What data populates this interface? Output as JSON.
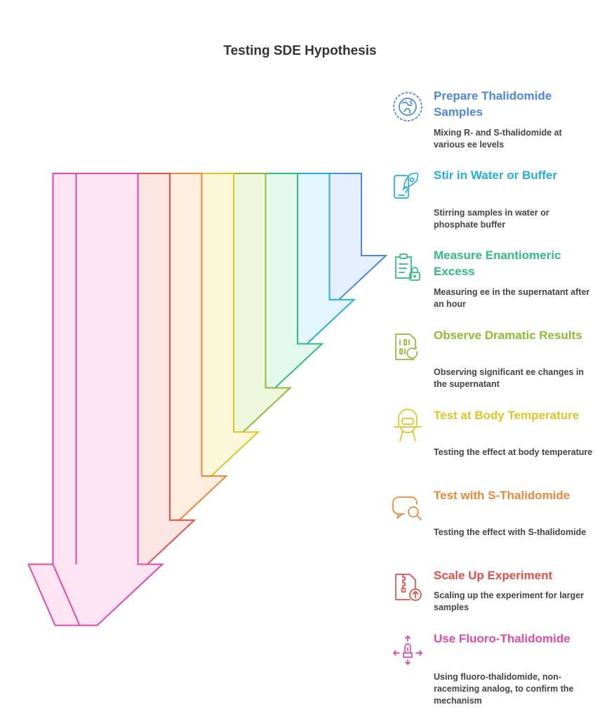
{
  "title": "Testing SDE Hypothesis",
  "steps": [
    {
      "heading": "Prepare Thalidomide Samples",
      "description": "Mixing R- and S-thalidomide at various ee levels",
      "color": "#4f86de",
      "fill": "#e6efff",
      "icon": "globe-icon"
    },
    {
      "heading": "Stir in Water or Buffer",
      "description": "Stirring samples in water or phosphate buffer",
      "color": "#23aed8",
      "fill": "#e3f6fd",
      "icon": "phone-rocket-icon"
    },
    {
      "heading": "Measure Enantiomeric Excess",
      "description": "Measuring ee in the supernatant after an hour",
      "color": "#2ebd7e",
      "fill": "#e3f8ee",
      "icon": "clipboard-lock-icon"
    },
    {
      "heading": "Observe Dramatic Results",
      "description": "Observing significant ee changes in the supernatant",
      "color": "#8dbb34",
      "fill": "#eef7dc",
      "icon": "binary-file-icon"
    },
    {
      "heading": "Test at Body Temperature",
      "description": "Testing the effect at body temperature",
      "color": "#dcc525",
      "fill": "#fbf7d9",
      "icon": "high-chair-icon"
    },
    {
      "heading": "Test with S-Thalidomide",
      "description": "Testing the effect with S-thalidomide",
      "color": "#e9883a",
      "fill": "#fdeedf",
      "icon": "chat-search-icon"
    },
    {
      "heading": "Scale Up Experiment",
      "description": "Scaling up the experiment for larger samples",
      "color": "#e44e4a",
      "fill": "#fde5e3",
      "icon": "zip-upload-icon"
    },
    {
      "heading": "Use Fluoro-Thalidomide",
      "description": "Using fluoro-thalidomide, non-racemizing analog, to confirm the mechanism",
      "color": "#e04aa6",
      "fill": "#fde4f3",
      "icon": "touch-gesture-icon"
    }
  ]
}
